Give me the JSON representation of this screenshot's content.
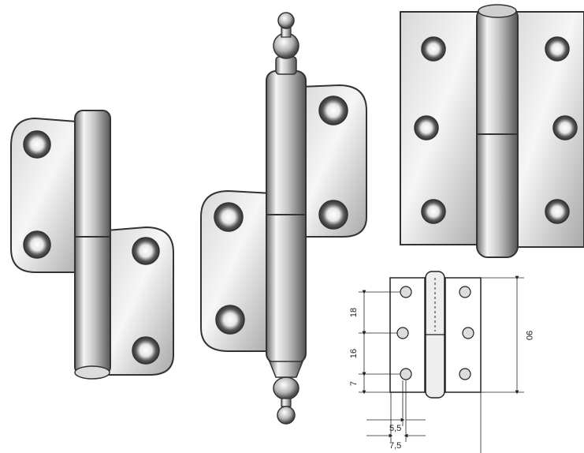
{
  "colors": {
    "background": "#ffffff",
    "ink": "#222222",
    "metal_light": "#f2f2f2",
    "metal_mid": "#bdbdbd",
    "metal_dark": "#5a5a5a"
  },
  "dimensions": {
    "spacing_top": "18",
    "spacing_middle": "16",
    "offset_bottom": "7",
    "height_total": "90",
    "hole_offset_1": "5,5",
    "hole_offset_2": "7,5"
  }
}
